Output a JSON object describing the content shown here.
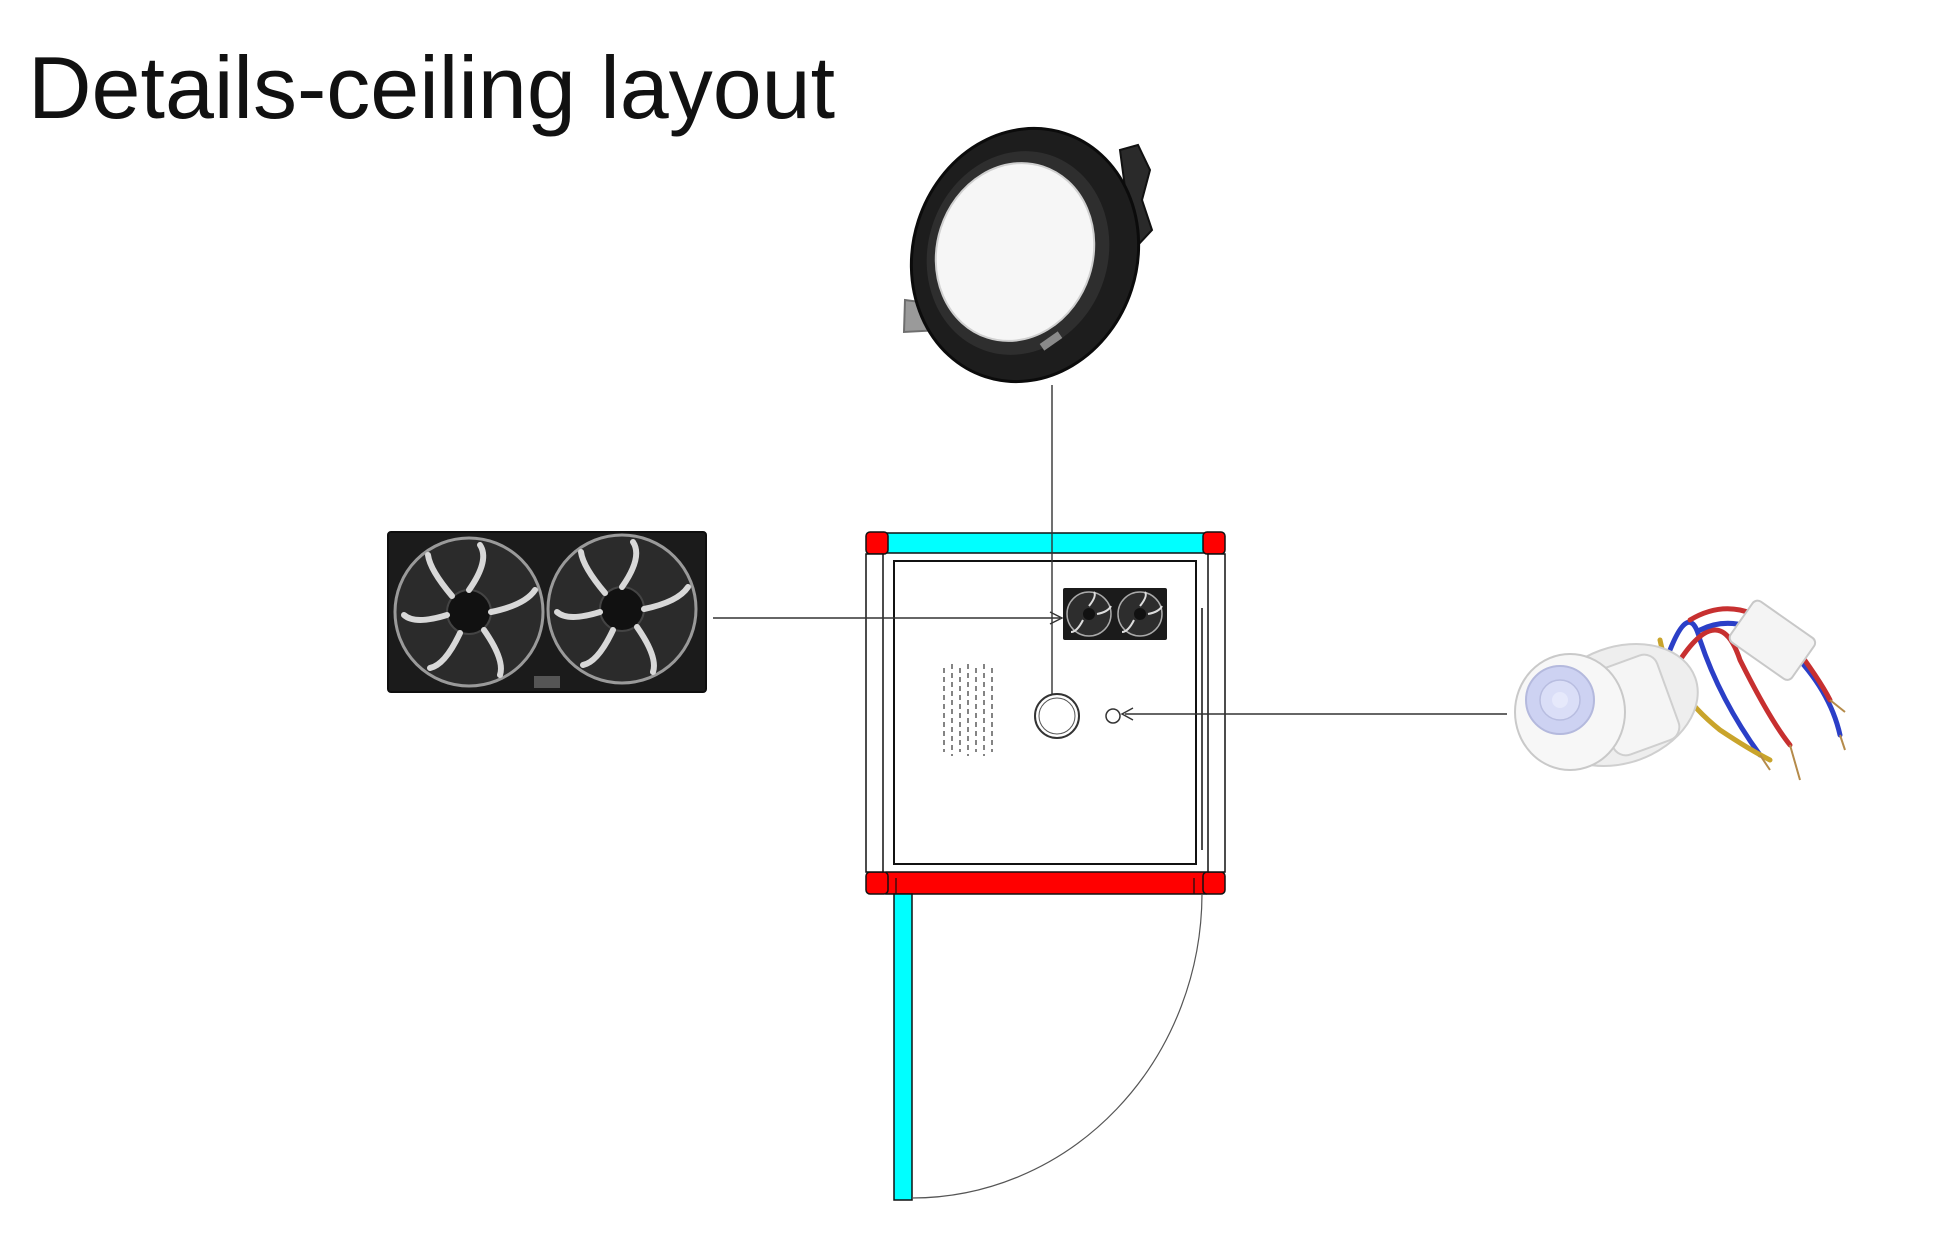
{
  "title": "Details-ceiling layout",
  "colors": {
    "frame_red": "#ff0000",
    "glass_cyan": "#00ffff",
    "line_black": "#222222",
    "fan_body": "#1b1b1b",
    "downlight_body": "#1f1f1f",
    "sensor_white": "#f2f2f2",
    "sensor_lens": "#c9cff5"
  },
  "components": [
    {
      "id": "downlight",
      "icon": "recessed-downlight-icon"
    },
    {
      "id": "twin-fan",
      "icon": "twin-cooling-fan-icon"
    },
    {
      "id": "pir-sensor",
      "icon": "pir-motion-sensor-icon"
    }
  ]
}
